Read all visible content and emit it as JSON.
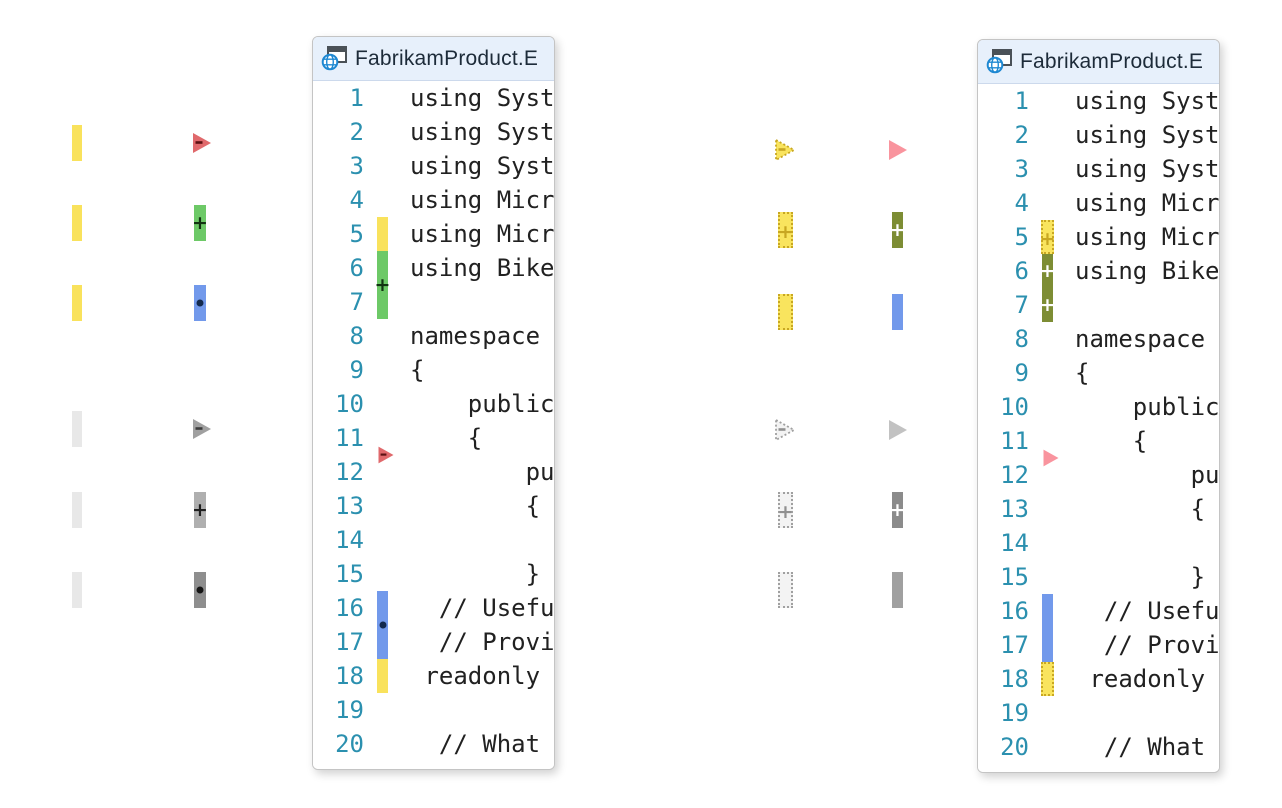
{
  "editor": {
    "title": "FabrikamProduct.E",
    "lines": [
      {
        "n": 1,
        "t": "using Syst"
      },
      {
        "n": 2,
        "t": "using Syst"
      },
      {
        "n": 3,
        "t": "using Syst"
      },
      {
        "n": 4,
        "t": "using Micr"
      },
      {
        "n": 5,
        "t": "using Micr"
      },
      {
        "n": 6,
        "t": "using Bike"
      },
      {
        "n": 7,
        "t": ""
      },
      {
        "n": 8,
        "t": "namespace"
      },
      {
        "n": 9,
        "t": "{"
      },
      {
        "n": 10,
        "t": "    public"
      },
      {
        "n": 11,
        "t": "    {"
      },
      {
        "n": 12,
        "t": "        pu"
      },
      {
        "n": 13,
        "t": "        {"
      },
      {
        "n": 14,
        "t": ""
      },
      {
        "n": 15,
        "t": "        }"
      },
      {
        "n": 16,
        "t": "  // Usefu"
      },
      {
        "n": 17,
        "t": "  // Provi"
      },
      {
        "n": 18,
        "t": " readonly"
      },
      {
        "n": 19,
        "t": ""
      },
      {
        "n": 20,
        "t": "  // What"
      }
    ]
  },
  "styles": {
    "yellow": {
      "fill": "#f9e25c"
    },
    "yellow-dotted": {
      "fill": "#f9e45e",
      "border": "#c8a722",
      "glyphColor": "#c8a722"
    },
    "green": {
      "fill": "#6dc967",
      "glyphColor": "#113311"
    },
    "olive": {
      "fill": "#7d8d34",
      "glyphColor": "#ffffff"
    },
    "blue": {
      "fill": "#7299eb",
      "glyphColor": "#12294d"
    },
    "red": {
      "fill": "#e0696c",
      "glyphColor": "#5c1113"
    },
    "pink": {
      "fill": "#f9949e"
    },
    "gray-light": {
      "fill": "#e8e8e8"
    },
    "gray-tri": {
      "fill": "#a0a0a0",
      "glyphColor": "#3b3b3b"
    },
    "gray-plus": {
      "fill": "#afafaf",
      "glyphColor": "#1f1f1f"
    },
    "gray-dot": {
      "fill": "#8e8e8e",
      "glyphColor": "#151515"
    },
    "gray-dotted": {
      "fill": "#f3f3f3",
      "border": "#a0a0a0",
      "glyphColor": "#909090"
    },
    "gray2-tri": {
      "fill": "#c2c2c2"
    },
    "gray2-plus": {
      "fill": "#8b8b8b",
      "glyphColor": "#ffffff"
    },
    "gray2-bar": {
      "fill": "#a0a0a0"
    }
  },
  "legend_left": {
    "rows": [
      {
        "sem": "deleted-lines",
        "left": {
          "shape": "bar",
          "style": "yellow"
        },
        "right": {
          "shape": "triangle",
          "style": "red",
          "glyph": "minus"
        }
      },
      {
        "sem": "added-lines",
        "left": {
          "shape": "bar",
          "style": "yellow"
        },
        "right": {
          "shape": "bar",
          "style": "green",
          "glyph": "plus"
        }
      },
      {
        "sem": "changed-lines",
        "left": {
          "shape": "bar",
          "style": "yellow"
        },
        "right": {
          "shape": "bar",
          "style": "blue",
          "glyph": "dot"
        }
      },
      {
        "sem": "deleted-lines-grayscale",
        "left": {
          "shape": "bar",
          "style": "gray-light"
        },
        "right": {
          "shape": "triangle",
          "style": "gray-tri",
          "glyph": "minus"
        }
      },
      {
        "sem": "added-lines-grayscale",
        "left": {
          "shape": "bar",
          "style": "gray-light"
        },
        "right": {
          "shape": "bar",
          "style": "gray-plus",
          "glyph": "plus"
        }
      },
      {
        "sem": "changed-lines-grayscale",
        "left": {
          "shape": "bar",
          "style": "gray-light"
        },
        "right": {
          "shape": "bar",
          "style": "gray-dot",
          "glyph": "dot"
        }
      }
    ]
  },
  "legend_right": {
    "rows": [
      {
        "sem": "deleted-lines",
        "left": {
          "shape": "triangle",
          "style": "yellow-dotted",
          "glyph": "minus"
        },
        "right": {
          "shape": "triangle",
          "style": "pink"
        }
      },
      {
        "sem": "added-lines",
        "left": {
          "shape": "bar",
          "style": "yellow-dotted",
          "glyph": "plus"
        },
        "right": {
          "shape": "bar",
          "style": "olive",
          "glyph": "plus"
        }
      },
      {
        "sem": "changed-lines",
        "left": {
          "shape": "bar",
          "style": "yellow-dotted"
        },
        "right": {
          "shape": "bar",
          "style": "blue"
        }
      },
      {
        "sem": "deleted-lines-grayscale",
        "left": {
          "shape": "triangle",
          "style": "gray-dotted",
          "glyph": "minus"
        },
        "right": {
          "shape": "triangle",
          "style": "gray2-tri"
        }
      },
      {
        "sem": "added-lines-grayscale",
        "left": {
          "shape": "bar",
          "style": "gray-dotted",
          "glyph": "plus"
        },
        "right": {
          "shape": "bar",
          "style": "gray2-plus",
          "glyph": "plus"
        }
      },
      {
        "sem": "changed-lines-grayscale",
        "left": {
          "shape": "bar",
          "style": "gray-dotted"
        },
        "right": {
          "shape": "bar",
          "style": "gray2-bar"
        }
      }
    ]
  },
  "window1": {
    "marks": [
      {
        "shape": "bar",
        "style": "yellow",
        "line": 5,
        "span": 1,
        "sem": "unsaved-change-mark"
      },
      {
        "shape": "bar",
        "style": "green",
        "line": 6,
        "span": 2,
        "glyph": "plus",
        "glyph_at": "middle",
        "sem": "added-lines-mark"
      },
      {
        "shape": "triangle",
        "style": "red",
        "after_line": 11,
        "glyph": "minus",
        "sem": "deleted-lines-mark"
      },
      {
        "shape": "bar",
        "style": "blue",
        "line": 16,
        "span": 2,
        "glyph": "dot",
        "glyph_at": "middle",
        "sem": "changed-lines-mark"
      },
      {
        "shape": "bar",
        "style": "yellow",
        "line": 18,
        "span": 1,
        "sem": "unsaved-change-mark"
      }
    ]
  },
  "window2": {
    "marks": [
      {
        "shape": "bar",
        "style": "yellow-dotted",
        "line": 5,
        "span": 1,
        "glyph": "plus",
        "glyph_at": "middle",
        "sem": "unsaved-change-mark-patterned"
      },
      {
        "shape": "bar",
        "style": "olive",
        "line": 6,
        "span": 2,
        "glyph": "plus",
        "glyph_at": "per-line",
        "sem": "added-lines-mark"
      },
      {
        "shape": "triangle",
        "style": "pink",
        "after_line": 11,
        "sem": "deleted-lines-mark"
      },
      {
        "shape": "bar",
        "style": "blue",
        "line": 16,
        "span": 2,
        "sem": "changed-lines-mark"
      },
      {
        "shape": "bar",
        "style": "yellow-dotted",
        "line": 18,
        "span": 1,
        "sem": "unsaved-change-mark-patterned"
      }
    ]
  },
  "ui_colors": {
    "tab_background": "#e7f0fb",
    "line_number": "#2b90af",
    "code_text": "#212121",
    "tab_title": "#1d2b39",
    "icon_frame": "#4a5157",
    "icon_globe": "#1e88d2"
  }
}
